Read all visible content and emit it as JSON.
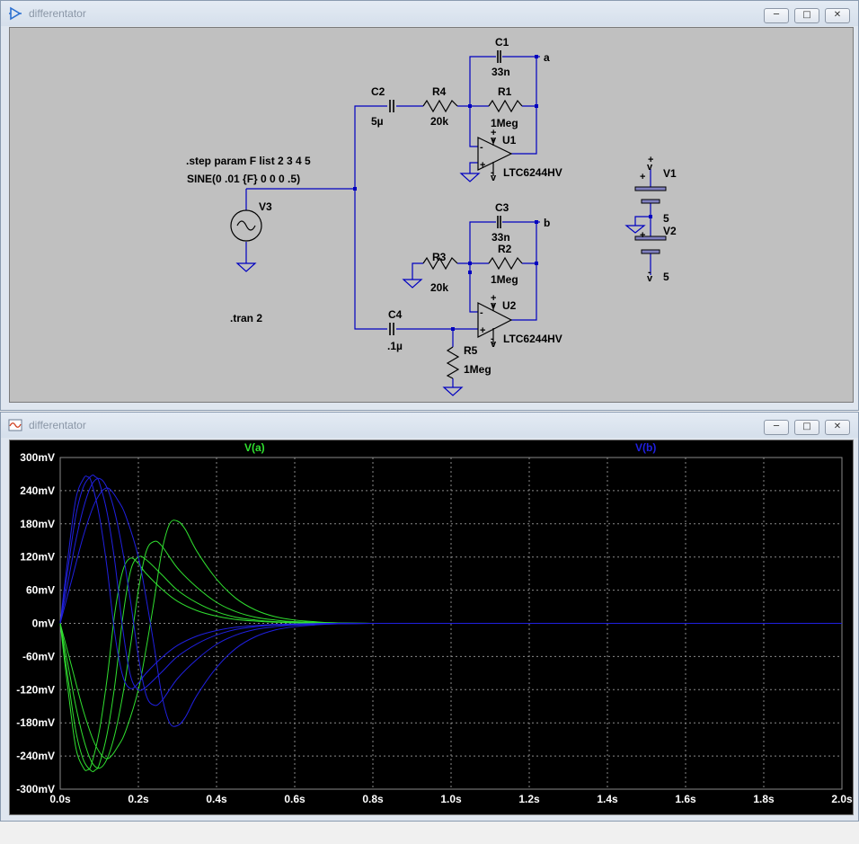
{
  "schematic_window": {
    "title": "differentator",
    "labels": {
      "c1": "C1",
      "c1_val": "33n",
      "node_a": "a",
      "c2": "C2",
      "c2_val": "5µ",
      "r4": "R4",
      "r4_val": "20k",
      "r1": "R1",
      "r1_val": "1Meg",
      "u1": "U1",
      "u1_model": "LTC6244HV",
      "step": ".step param F list 2 3 4 5",
      "sine": "SINE(0 .01 {F} 0 0 0 .5)",
      "v3": "V3",
      "c3": "C3",
      "c3_val": "33n",
      "node_b": "b",
      "r3": "R3",
      "r3_val": "20k",
      "r2": "R2",
      "r2_val": "1Meg",
      "u2": "U2",
      "u2_model": "LTC6244HV",
      "c4": "C4",
      "c4_val": ".1µ",
      "r5": "R5",
      "r5_val": "1Meg",
      "tran": ".tran 2",
      "v1": "V1",
      "v1_val": "5",
      "v2": "V2",
      "v2_val": "5"
    },
    "colors": {
      "background": "#c0c0c0",
      "wire": "#0000c0",
      "text": "#000000"
    }
  },
  "plot_window": {
    "title": "differentator",
    "colors": {
      "background": "#000000",
      "grid": "#8a8a8a",
      "trace_a": "#30e030",
      "trace_b": "#2020e0",
      "axis_text": "#ffffff"
    }
  },
  "chart_data": {
    "type": "line",
    "title": "",
    "xlabel": "",
    "ylabel": "",
    "xlim": [
      0,
      2
    ],
    "ylim": [
      -300,
      300
    ],
    "x_ticks": [
      "0.0s",
      "0.2s",
      "0.4s",
      "0.6s",
      "0.8s",
      "1.0s",
      "1.2s",
      "1.4s",
      "1.6s",
      "1.8s",
      "2.0s"
    ],
    "x_tick_values": [
      0,
      0.2,
      0.4,
      0.6,
      0.8,
      1.0,
      1.2,
      1.4,
      1.6,
      1.8,
      2.0
    ],
    "y_ticks": [
      "300mV",
      "240mV",
      "180mV",
      "120mV",
      "60mV",
      "0mV",
      "-60mV",
      "-120mV",
      "-180mV",
      "-240mV",
      "-300mV"
    ],
    "y_tick_values": [
      300,
      240,
      180,
      120,
      60,
      0,
      -60,
      -120,
      -180,
      -240,
      -300
    ],
    "grid": true,
    "legend": [
      "V(a)",
      "V(b)"
    ],
    "series": [
      {
        "name": "V(a)",
        "step": "F=5",
        "color": "#30e030",
        "x": [
          0,
          0.02,
          0.04,
          0.06,
          0.07,
          0.08,
          0.1,
          0.12,
          0.14,
          0.16,
          0.18,
          0.2,
          0.22,
          0.26,
          0.3,
          0.35,
          0.4,
          0.45,
          0.5,
          0.55,
          0.6,
          0.7,
          0.8
        ],
        "y": [
          0,
          -120,
          -225,
          -262,
          -265,
          -255,
          -195,
          -100,
          20,
          95,
          118,
          108,
          90,
          62,
          40,
          23,
          13,
          7,
          4,
          2,
          1,
          0,
          0
        ]
      },
      {
        "name": "V(a)",
        "step": "F=4",
        "color": "#30e030",
        "x": [
          0,
          0.02,
          0.04,
          0.06,
          0.08,
          0.09,
          0.1,
          0.12,
          0.14,
          0.16,
          0.18,
          0.2,
          0.22,
          0.26,
          0.3,
          0.35,
          0.4,
          0.45,
          0.5,
          0.55,
          0.6,
          0.7,
          0.8
        ],
        "y": [
          0,
          -100,
          -195,
          -248,
          -267,
          -265,
          -255,
          -200,
          -110,
          10,
          95,
          120,
          115,
          88,
          60,
          37,
          21,
          11,
          6,
          3,
          2,
          0,
          0
        ]
      },
      {
        "name": "V(a)",
        "step": "F=3",
        "color": "#30e030",
        "x": [
          0,
          0.02,
          0.04,
          0.06,
          0.08,
          0.1,
          0.12,
          0.14,
          0.16,
          0.18,
          0.2,
          0.22,
          0.24,
          0.26,
          0.3,
          0.35,
          0.4,
          0.45,
          0.5,
          0.55,
          0.6,
          0.7,
          0.8
        ],
        "y": [
          0,
          -75,
          -150,
          -210,
          -250,
          -262,
          -245,
          -200,
          -130,
          -40,
          60,
          130,
          148,
          140,
          100,
          65,
          38,
          21,
          11,
          6,
          3,
          1,
          0
        ]
      },
      {
        "name": "V(a)",
        "step": "F=2",
        "color": "#30e030",
        "x": [
          0,
          0.03,
          0.06,
          0.09,
          0.12,
          0.15,
          0.17,
          0.2,
          0.22,
          0.24,
          0.26,
          0.28,
          0.3,
          0.32,
          0.35,
          0.4,
          0.45,
          0.5,
          0.55,
          0.6,
          0.65,
          0.7,
          0.8
        ],
        "y": [
          0,
          -80,
          -160,
          -220,
          -245,
          -220,
          -190,
          -120,
          -45,
          40,
          130,
          180,
          185,
          170,
          130,
          80,
          45,
          24,
          12,
          6,
          3,
          1,
          0
        ]
      },
      {
        "name": "V(b)",
        "step": "F=5",
        "color": "#2020e0",
        "x": [
          0,
          0.02,
          0.04,
          0.06,
          0.07,
          0.08,
          0.1,
          0.12,
          0.14,
          0.16,
          0.18,
          0.2,
          0.22,
          0.26,
          0.3,
          0.35,
          0.4,
          0.45,
          0.5,
          0.55,
          0.6,
          0.7,
          0.8,
          1.0,
          2.0
        ],
        "y": [
          0,
          120,
          225,
          262,
          265,
          255,
          195,
          100,
          -20,
          -95,
          -118,
          -108,
          -90,
          -62,
          -40,
          -23,
          -13,
          -7,
          -4,
          -2,
          -1,
          0,
          0,
          0,
          0
        ]
      },
      {
        "name": "V(b)",
        "step": "F=4",
        "color": "#2020e0",
        "x": [
          0,
          0.02,
          0.04,
          0.06,
          0.08,
          0.09,
          0.1,
          0.12,
          0.14,
          0.16,
          0.18,
          0.2,
          0.22,
          0.26,
          0.3,
          0.35,
          0.4,
          0.45,
          0.5,
          0.55,
          0.6,
          0.7,
          0.8
        ],
        "y": [
          0,
          100,
          195,
          248,
          267,
          265,
          255,
          200,
          110,
          -10,
          -95,
          -120,
          -115,
          -88,
          -60,
          -37,
          -21,
          -11,
          -6,
          -3,
          -2,
          0,
          0
        ]
      },
      {
        "name": "V(b)",
        "step": "F=3",
        "color": "#2020e0",
        "x": [
          0,
          0.02,
          0.04,
          0.06,
          0.08,
          0.1,
          0.12,
          0.14,
          0.16,
          0.18,
          0.2,
          0.22,
          0.24,
          0.26,
          0.3,
          0.35,
          0.4,
          0.45,
          0.5,
          0.55,
          0.6,
          0.7,
          0.8
        ],
        "y": [
          0,
          75,
          150,
          210,
          250,
          262,
          245,
          200,
          130,
          40,
          -60,
          -130,
          -148,
          -140,
          -100,
          -65,
          -38,
          -21,
          -11,
          -6,
          -3,
          -1,
          0
        ]
      },
      {
        "name": "V(b)",
        "step": "F=2",
        "color": "#2020e0",
        "x": [
          0,
          0.03,
          0.06,
          0.09,
          0.12,
          0.15,
          0.17,
          0.2,
          0.22,
          0.24,
          0.26,
          0.28,
          0.3,
          0.32,
          0.35,
          0.4,
          0.45,
          0.5,
          0.55,
          0.6,
          0.65,
          0.7,
          0.8
        ],
        "y": [
          0,
          80,
          160,
          220,
          245,
          220,
          190,
          120,
          45,
          -40,
          -130,
          -180,
          -185,
          -170,
          -130,
          -80,
          -45,
          -24,
          -12,
          -6,
          -3,
          -1,
          0
        ]
      }
    ]
  }
}
